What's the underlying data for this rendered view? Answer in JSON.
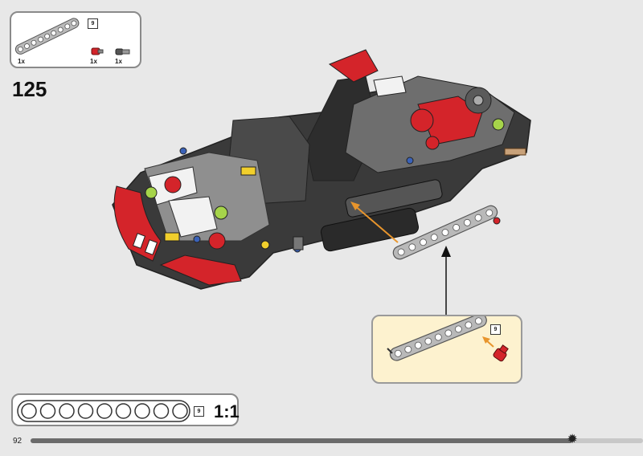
{
  "page": {
    "step_number": "125",
    "page_number": "92",
    "progress_fraction": 0.885
  },
  "parts_needed": [
    {
      "qty": "1x",
      "item": "beam-9",
      "beam_length": "9"
    },
    {
      "qty": "1x",
      "item": "red-pin"
    },
    {
      "qty": "1x",
      "item": "gray-axle-pin"
    }
  ],
  "subassembly": {
    "beam_length": "9"
  },
  "scale_reference": {
    "beam_length": "9",
    "scale": "1:1"
  },
  "colors": {
    "accent_red": "#d4242a",
    "subassembly_bg": "#fdf2cf",
    "arrow_orange": "#e8952c",
    "progress_fill": "#6b6b6b"
  },
  "icons": {
    "progress_marker": "gear-icon"
  }
}
